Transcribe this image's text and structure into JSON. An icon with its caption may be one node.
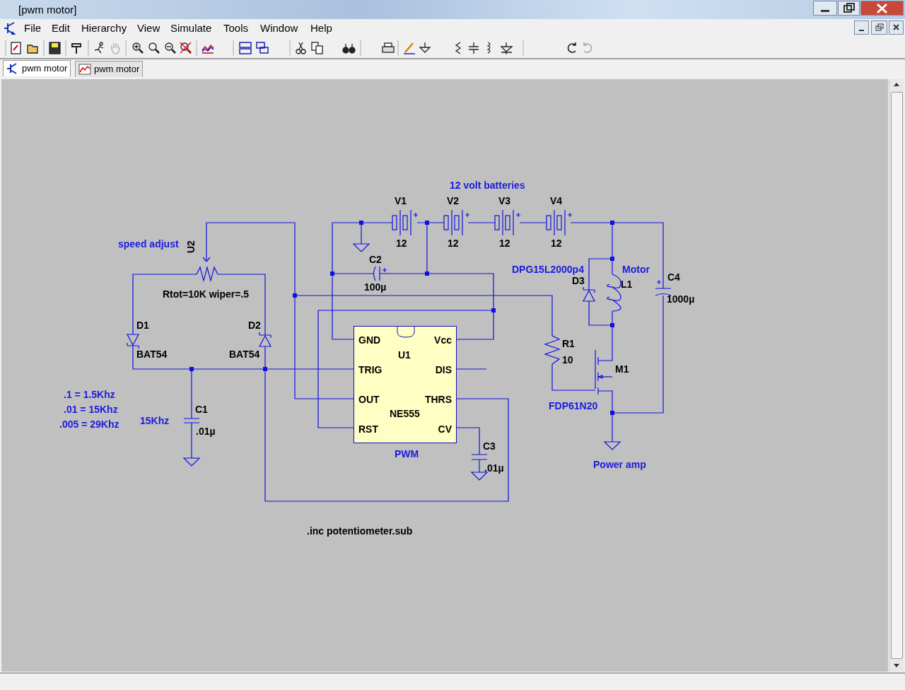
{
  "diagram": {
    "title": "[pwm motor]",
    "nodes": [
      {
        "text": [
          "GND",
          "Vcc",
          "U1",
          "TRIG",
          "DIS",
          "OUT",
          "THRS",
          "NE555",
          "RST",
          "CV"
        ],
        "beside": [
          "PWM"
        ]
      }
    ],
    "labels": [
      "File",
      "Edit",
      "Hierarchy",
      "View",
      "Simulate",
      "Tools",
      "Window",
      "Help",
      "pwm motor",
      "pwm motor",
      "12 volt batteries",
      "V1",
      "V2",
      "V3",
      "V4",
      "12",
      "12",
      "12",
      "12",
      "speed adjust",
      "U2",
      "C2",
      "DPG15L2000p4",
      "Motor",
      "C4",
      "D3",
      "L1",
      "100µ",
      "Rtot=10K wiper=.5",
      "1000µ",
      "D1",
      "D2",
      "BAT54",
      "BAT54",
      "R1",
      "10",
      "M1",
      ".1 = 1.5Khz",
      ".01 = 15Khz",
      "FDP61N20",
      "C1",
      ".005 = 29Khz",
      "15Khz",
      ".01µ",
      "C3",
      ".01µ",
      "Power amp",
      ".inc potentiometer.sub"
    ]
  }
}
